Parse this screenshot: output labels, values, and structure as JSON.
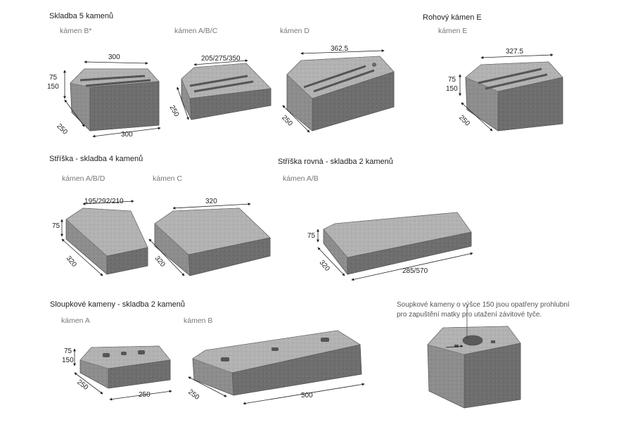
{
  "sections": {
    "skladba5": "Skladba 5 kamenů",
    "rohovy": "Rohový kámen E",
    "striska4": "Stříška - skladba 4 kamenů",
    "striska_rovna": "Stříška rovná - skladba 2 kamenů",
    "sloupkove": "Sloupkové kameny - skladba 2 kamenů"
  },
  "stones": {
    "b_star": "kámen B*",
    "abc": "kámen A/B/C",
    "d": "kámen D",
    "e": "kámen E",
    "abd": "kámen A/B/D",
    "c": "kámen C",
    "ab": "kámen A/B",
    "a": "kámen A",
    "b": "kámen B"
  },
  "dims": {
    "d300": "300",
    "d75": "75",
    "d150": "150",
    "d250": "250",
    "d205_275_350": "205/275/350",
    "d362_5": "362.5",
    "d327_5": "327.5",
    "d195_292_210": "195/292/210",
    "d320": "320",
    "d285_570": "285/570",
    "d500": "500"
  },
  "note": {
    "line1": "Soupkové kameny o výšce 150 jsou opatřeny prohlubní",
    "line2": "pro zapuštění matky pro utažení závitové tyče."
  }
}
